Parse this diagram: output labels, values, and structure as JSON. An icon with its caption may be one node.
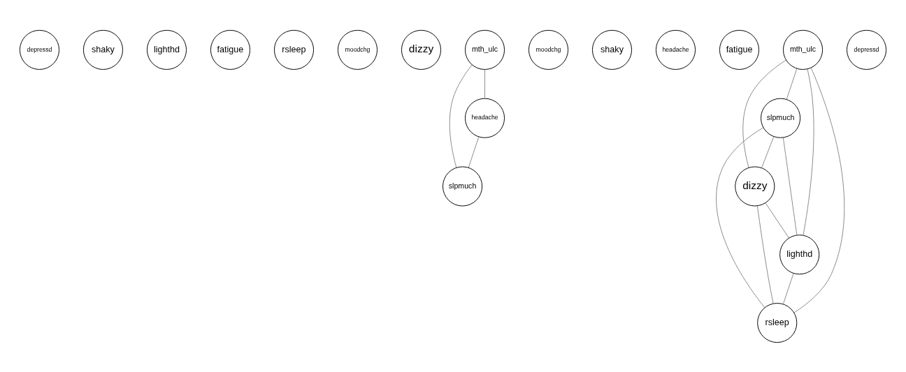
{
  "diagram": {
    "nodes": [
      {
        "text": [
          "mth_ulc"
        ]
      },
      {
        "text": [
          "dizzy"
        ]
      },
      {
        "text": [
          "slpmuch"
        ]
      },
      {
        "text": [
          "headache"
        ]
      },
      {
        "text": [
          "moodchg"
        ]
      },
      {
        "text": [
          "rsleep"
        ]
      },
      {
        "text": [
          "fatigue"
        ]
      },
      {
        "text": [
          "lighthd"
        ]
      },
      {
        "text": [
          "shaky"
        ]
      },
      {
        "text": [
          "depressd"
        ]
      },
      {
        "text": [
          "depressd"
        ]
      },
      {
        "text": [
          "slpmuch"
        ]
      },
      {
        "text": [
          "mth_ulc"
        ]
      },
      {
        "text": [
          "dizzy"
        ]
      },
      {
        "text": [
          "lighthd"
        ]
      },
      {
        "text": [
          "fatigue"
        ]
      },
      {
        "text": [
          "rsleep"
        ]
      },
      {
        "text": [
          "headache"
        ]
      },
      {
        "text": [
          "shaky"
        ]
      },
      {
        "text": [
          "moodchg"
        ]
      }
    ],
    "edges": [
      {
        "from": 0,
        "to": 2,
        "arrow": "none"
      },
      {
        "from": 0,
        "to": 3,
        "arrow": "none"
      },
      {
        "from": 3,
        "to": 2,
        "arrow": "none"
      },
      {
        "from": 12,
        "to": 11,
        "arrow": "none"
      },
      {
        "from": 12,
        "to": 13,
        "arrow": "none"
      },
      {
        "from": 12,
        "to": 14,
        "arrow": "none"
      },
      {
        "from": 12,
        "to": 16,
        "arrow": "none"
      },
      {
        "from": 11,
        "to": 14,
        "arrow": "none"
      },
      {
        "from": 11,
        "to": 16,
        "arrow": "none"
      },
      {
        "from": 11,
        "to": 13,
        "arrow": "none"
      },
      {
        "from": 13,
        "to": 14,
        "arrow": "none"
      },
      {
        "from": 13,
        "to": 16,
        "arrow": "none"
      },
      {
        "from": 14,
        "to": 16,
        "arrow": "none"
      }
    ]
  }
}
